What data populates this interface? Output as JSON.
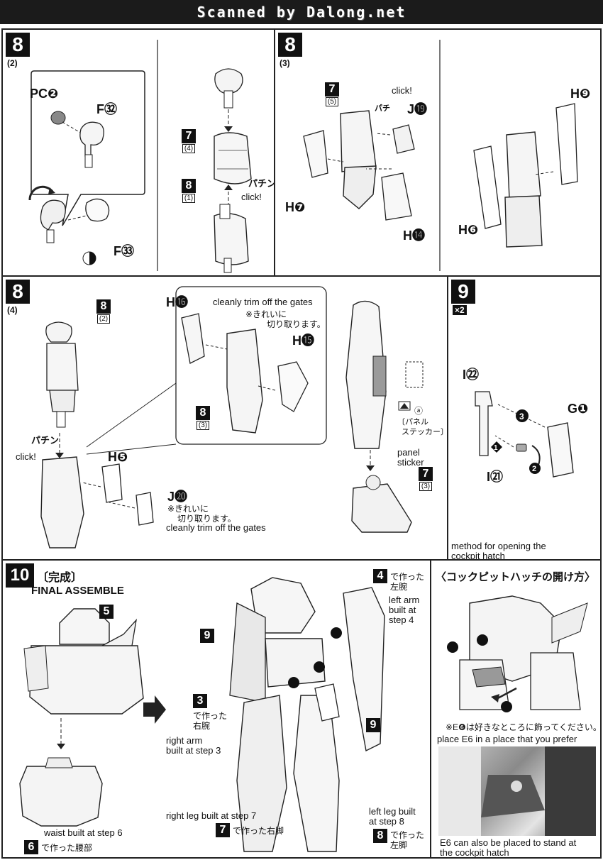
{
  "banner": {
    "text": "Scanned by Dalong.net"
  },
  "p1": {
    "step": "8",
    "sub": "(2)",
    "pc": "PC❷",
    "f32": "F㉜",
    "f33": "F㉝",
    "tag7": "7",
    "tag7s": "(4)",
    "tag8": "8",
    "tag8s": "(1)",
    "jp_click": "パチン",
    "click": "click!"
  },
  "p2": {
    "step": "8",
    "sub": "(3)",
    "tag7": "7",
    "tag7s": "(5)",
    "click": "click!",
    "jp_click": "パチ",
    "j19": "J⓳",
    "h7": "H❼",
    "h14": "H⓮",
    "h9": "H❾",
    "h6": "H❻"
  },
  "p3": {
    "step": "8",
    "sub": "(4)",
    "tag8": "8",
    "tag8s": "(2)",
    "jp_click": "パチン",
    "click": "click!",
    "h5": "H❺",
    "j20": "J⓴",
    "trim_jp1": "※きれいに",
    "trim_jp2": "切り取ります。",
    "trim_en": "cleanly trim off the gates",
    "h16": "H⓰",
    "h15": "H⓯",
    "trim_en2": "cleanly trim off the gates",
    "trim_jp3": "※きれいに",
    "trim_jp4": "切り取ります。",
    "tag8b": "8",
    "tag8bs": "(3)",
    "sticker_a": "ⓐ",
    "sticker_jp1": "〔パネル",
    "sticker_jp2": "ステッカー〕",
    "sticker_en1": "panel",
    "sticker_en2": "sticker",
    "tag7": "7",
    "tag7s": "(3)"
  },
  "p4": {
    "step": "9",
    "mult": "×2",
    "i22": "I㉒",
    "g1": "G❶",
    "i21": "I㉑",
    "method_en1": "method for opening the",
    "method_en2": "cockpit hatch"
  },
  "p5": {
    "step": "10",
    "title_jp": "〔完成〕",
    "title_en": "FINAL ASSEMBLE",
    "tag5": "5",
    "waist_en": "waist built at step 6",
    "tag6": "6",
    "waist_jp": "で作った腰部",
    "tag9a": "9",
    "tag3": "3",
    "arm3_jp1": "で作った",
    "arm3_jp2": "右腕",
    "arm3_en1": "right arm",
    "arm3_en2": "built at step 3",
    "leg7_en": "right leg built at step 7",
    "tag7": "7",
    "leg7_jp": "で作った右脚",
    "tag4": "4",
    "arm4_jp1": "で作った",
    "arm4_jp2": "左腕",
    "arm4_en1": "left arm",
    "arm4_en2": "built at",
    "arm4_en3": "step 4",
    "tag9b": "9",
    "leg8_en1": "left leg built",
    "leg8_en2": "at step 8",
    "tag8": "8",
    "leg8_jp1": "で作った",
    "leg8_jp2": "左脚"
  },
  "p6": {
    "title_jp": "〈コックピットハッチの開け方〉",
    "note_jp": "※E❻は好きなところに飾ってください。",
    "place_en": "place E6 in a place that you prefer",
    "stand_en1": "E6 can also be placed to stand at",
    "stand_en2": "the cockpit hatch"
  }
}
